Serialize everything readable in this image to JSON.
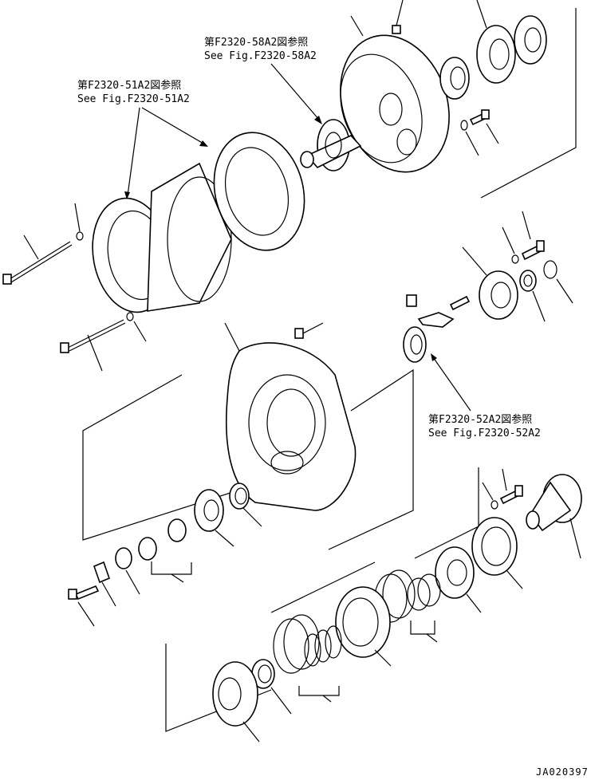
{
  "references": [
    {
      "id": "ref-58a2",
      "jp": "第F2320-58A2図参照",
      "en": "See Fig.F2320-58A2"
    },
    {
      "id": "ref-51a2",
      "jp": "第F2320-51A2図参照",
      "en": "See Fig.F2320-51A2"
    },
    {
      "id": "ref-52a2",
      "jp": "第F2320-52A2図参照",
      "en": "See Fig.F2320-52A2"
    }
  ],
  "document_number": "JA020397"
}
